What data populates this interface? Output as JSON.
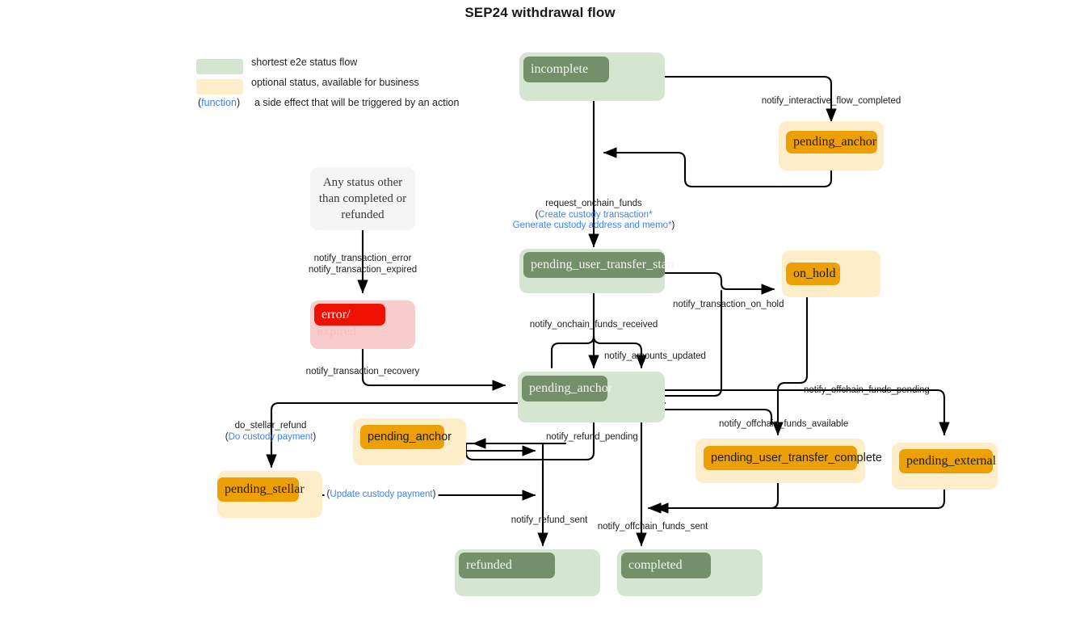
{
  "title": "SEP24 withdrawal flow",
  "colors": {
    "green_outer": "#d4e6d0",
    "green_inner": "#74906a",
    "cream_outer": "#fdeec9",
    "orange_inner": "#eda005",
    "pink_outer": "#f8cccc",
    "red_inner": "#ee1000",
    "grey_outer": "#f5f5f5",
    "function_link": "#3b82f6",
    "edge": "#000000"
  },
  "legend": {
    "items": [
      {
        "swatch": "green_outer",
        "text": "shortest e2e status flow"
      },
      {
        "swatch": "cream_outer",
        "text": "optional status, available for business"
      }
    ],
    "function_row": {
      "open_paren": "(",
      "keyword": "function",
      "close_paren": ")",
      "text": "a side effect that will be triggered by an action"
    }
  },
  "nodes": {
    "incomplete": {
      "label": "incomplete",
      "kind": "green"
    },
    "pending_anchor_top": {
      "label": "pending_anchor",
      "kind": "cream"
    },
    "any_status": {
      "line1": "Any status other",
      "line2": "than completed or",
      "line3": "refunded",
      "kind": "grey"
    },
    "error_expired": {
      "label": "error/",
      "label2": "expired",
      "kind": "pink"
    },
    "pending_user_transfer_start": {
      "label": "pending_user_transfer_start",
      "kind": "green"
    },
    "on_hold": {
      "label": "on_hold",
      "kind": "cream"
    },
    "pending_anchor_center": {
      "label": "pending_anchor",
      "kind": "green"
    },
    "pending_anchor_refund": {
      "label": "pending_anchor",
      "kind": "cream"
    },
    "pending_stellar": {
      "label": "pending_stellar",
      "kind": "cream"
    },
    "pending_user_transfer_complete": {
      "label": "pending_user_transfer_complete",
      "kind": "cream"
    },
    "pending_external": {
      "label": "pending_external",
      "kind": "cream"
    },
    "refunded": {
      "label": "refunded",
      "kind": "green"
    },
    "completed": {
      "label": "completed",
      "kind": "green"
    }
  },
  "edge_labels": {
    "notify_interactive_flow_completed": "notify_interactive_flow_completed",
    "request_onchain_funds": "request_onchain_funds",
    "create_custody_open": "(",
    "create_custody_transaction": "Create custody transaction*",
    "generate_custody_address": "Generate custody address and memo*",
    "create_custody_close": ")",
    "notify_transaction_error": "notify_transaction_error",
    "notify_transaction_expired": "notify_transaction_expired",
    "notify_transaction_recovery": "notify_transaction_recovery",
    "notify_onchain_funds_received": "notify_onchain_funds_received",
    "notify_amounts_updated": "notify_amounts_updated",
    "notify_transaction_on_hold": "notify_transaction_on_hold",
    "notify_offchain_funds_pending": "notify_offchain_funds_pending",
    "notify_offchain_funds_available": "notify_offchain_funds_available",
    "notify_refund_pending": "notify_refund_pending",
    "notify_refund_sent": "notify_refund_sent",
    "notify_offchain_funds_sent": "notify_offchain_funds_sent",
    "do_stellar_refund": "do_stellar_refund",
    "do_custody_payment_open": "(",
    "do_custody_payment": "Do custody payment",
    "do_custody_payment_close": ")",
    "update_custody_open": "(",
    "update_custody_payment": "Update custody payment",
    "update_custody_close": ")"
  }
}
